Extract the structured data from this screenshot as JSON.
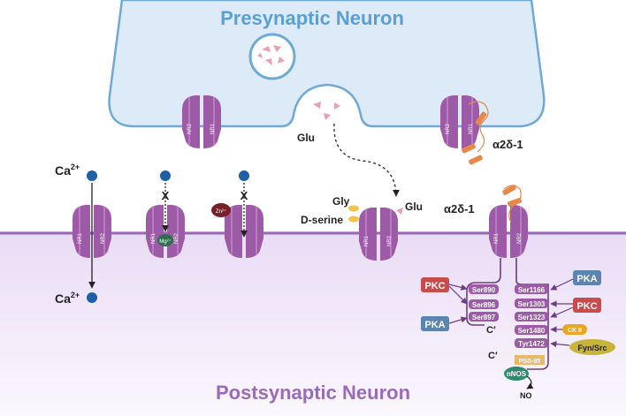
{
  "title_presynaptic": "Presynaptic Neuron",
  "title_postsynaptic": "Postsynaptic Neuron",
  "ions": {
    "ca_top": "Ca",
    "ca_bottom": "Ca",
    "ca_sup": "2+",
    "mg": "Mg²⁺",
    "zn": "Zn²⁺",
    "block": "X"
  },
  "labels": {
    "glu_release": "Glu",
    "glu_site": "Glu",
    "gly": "Gly",
    "dserine": "D-serine",
    "a2d_pre": "α2δ-1",
    "a2d_post": "α2δ-1",
    "nr1": "NR1",
    "nr2": "NR2"
  },
  "left_kinases": {
    "pkc": "PKC",
    "pka": "PKA"
  },
  "right_kinases": {
    "pka": "PKA",
    "pkc": "PKC",
    "ck2": "CK II",
    "fyn": "Fyn/Src"
  },
  "nr1_sites": [
    "Ser890",
    "Ser896",
    "Ser897"
  ],
  "nr2_sites": [
    "Ser1166",
    "Ser1303",
    "Ser1323",
    "Ser1480",
    "Tyr1472"
  ],
  "c_term_1": "C′",
  "c_term_2": "C′",
  "psd": "PSD-95",
  "nnos": "nNOS",
  "no": "NO",
  "colors": {
    "presynaptic_fill": "#dcebf7",
    "presynaptic_stroke": "#6fa9d6",
    "title_pre": "#5aa0d2",
    "title_post": "#9b6ab8",
    "receptor": "#9d5aa6",
    "receptor_light": "#b97cc0",
    "membrane": "#9b68b4",
    "post_fill": "#f2ebf8",
    "pkc": "#c84c4c",
    "pka": "#5b84b1",
    "ion": "#1f5fa6",
    "glu": "#e7a1b3",
    "a2d": "#e8874a",
    "ck2": "#e9a623",
    "fyn": "#c9b43a",
    "psd": "#e8b86b",
    "nnos": "#2e8b6e"
  }
}
